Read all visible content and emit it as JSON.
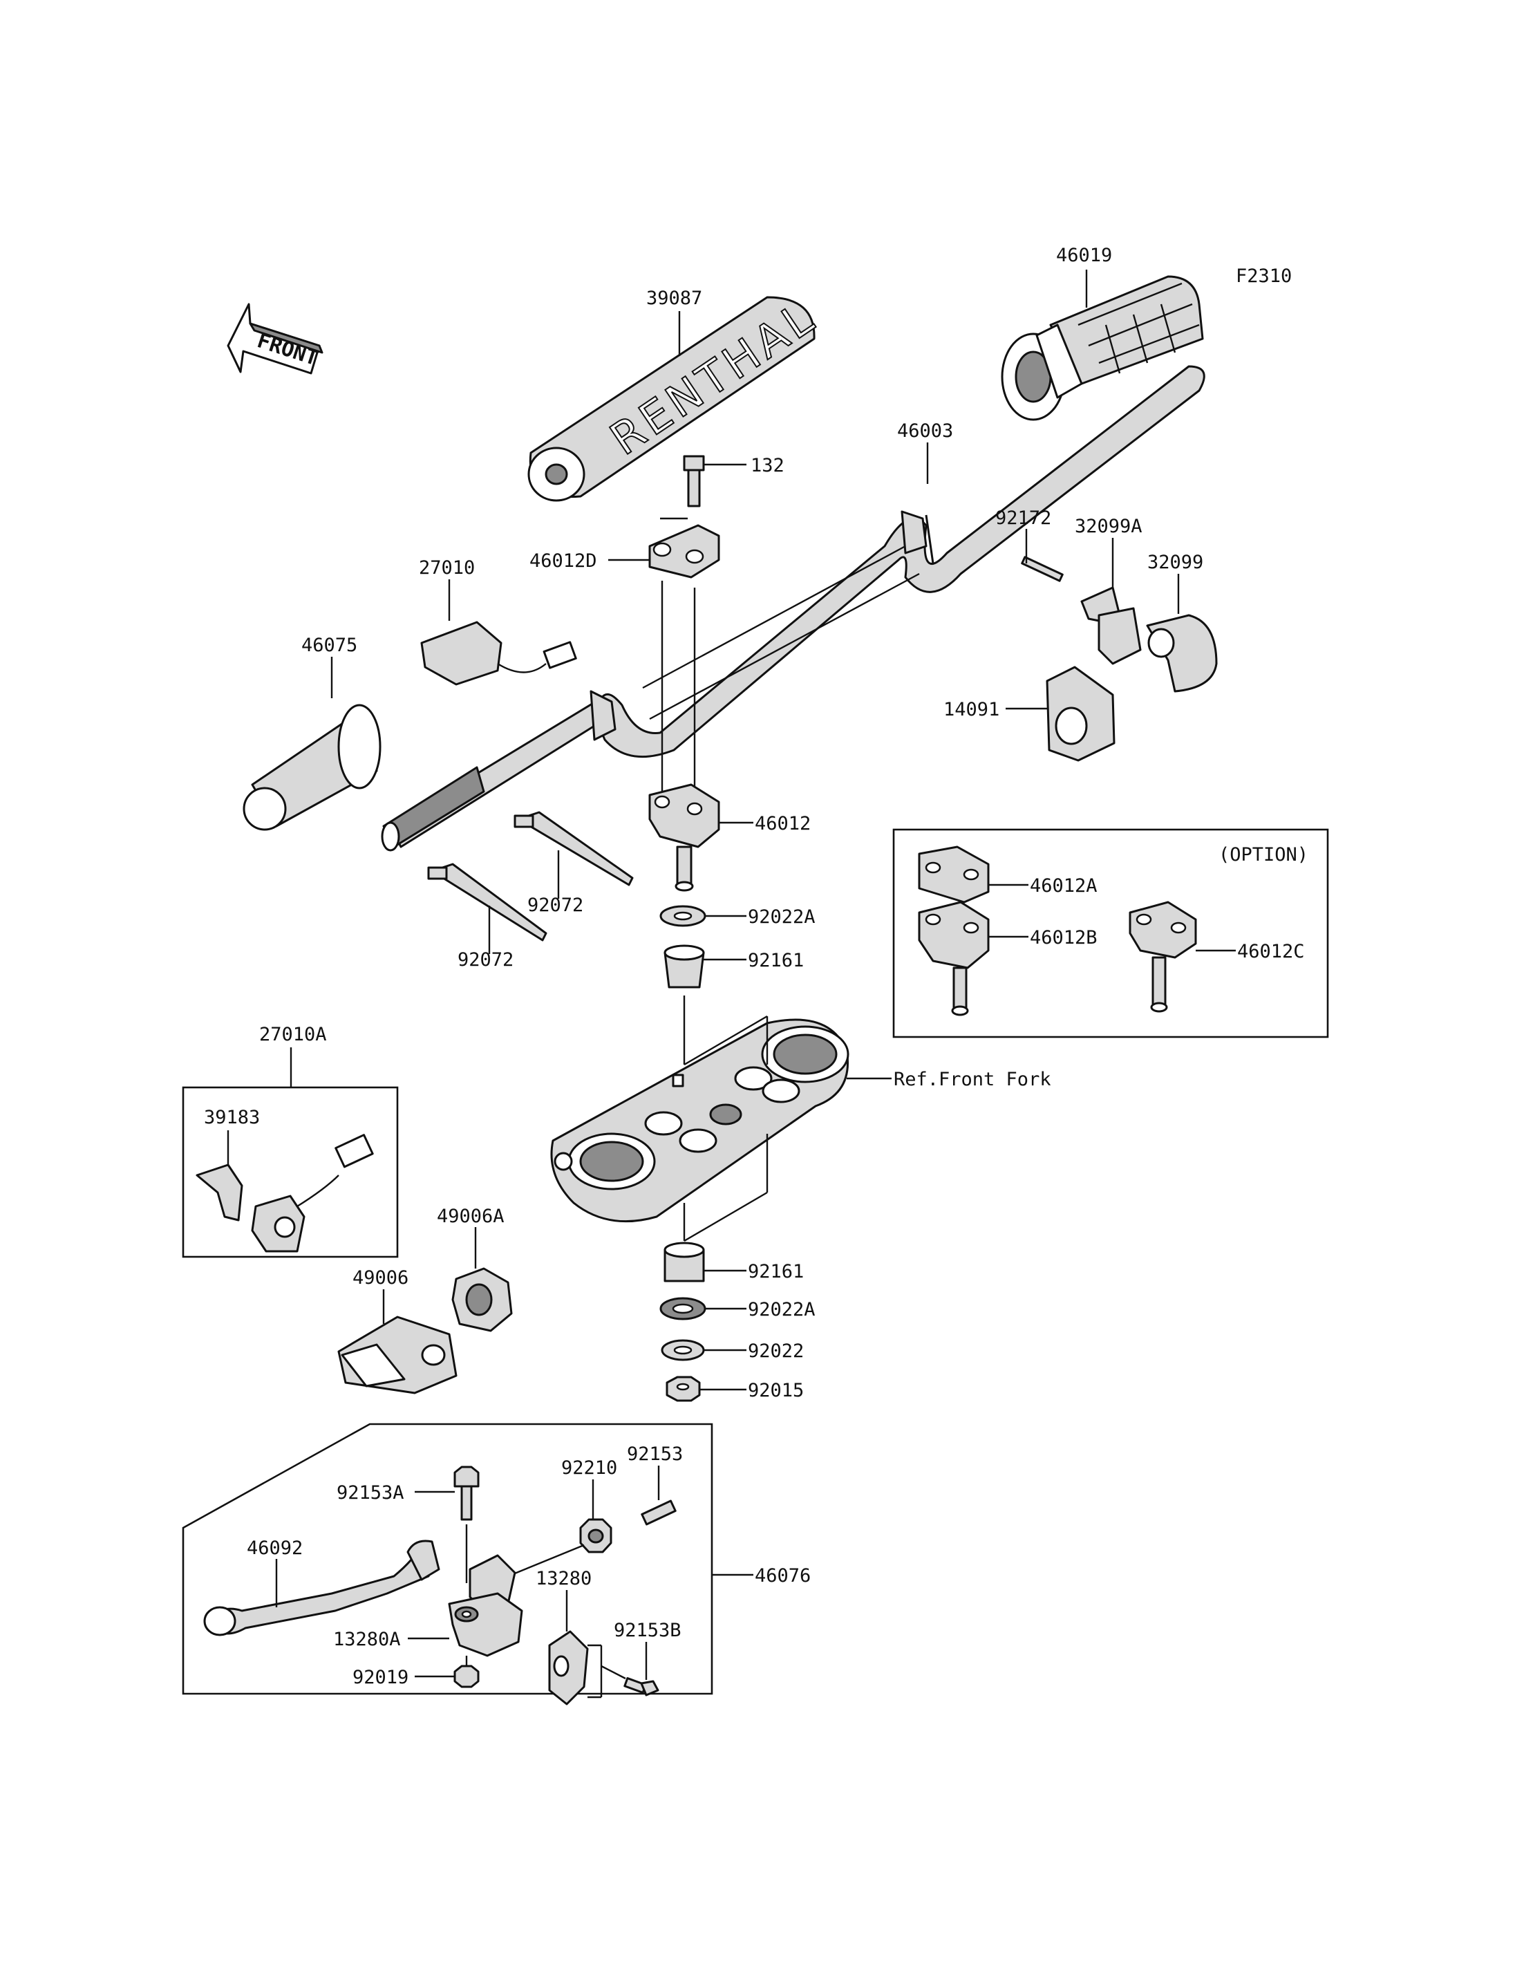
{
  "diagram": {
    "code": "F2310",
    "front_label": "FRONT",
    "option_label": "(OPTION)",
    "ref_label": "Ref.Front Fork",
    "pad_print": "RENTHAL",
    "parts": {
      "p39087": "39087",
      "p46019": "46019",
      "p46003": "46003",
      "p132": "132",
      "p46012D": "46012D",
      "p27010": "27010",
      "p92172": "92172",
      "p32099A": "32099A",
      "p32099": "32099",
      "p46075": "46075",
      "p14091": "14091",
      "p46012": "46012",
      "p92072_a": "92072",
      "p92072_b": "92072",
      "p92022A_top": "92022A",
      "p92161_top": "92161",
      "p46012A": "46012A",
      "p46012B": "46012B",
      "p46012C": "46012C",
      "p27010A": "27010A",
      "p39183": "39183",
      "p49006A": "49006A",
      "p49006": "49006",
      "p92161_bot": "92161",
      "p92022A_bot": "92022A",
      "p92022": "92022",
      "p92015": "92015",
      "p92153A": "92153A",
      "p92210": "92210",
      "p92153": "92153",
      "p46092": "46092",
      "p13280": "13280",
      "p46076": "46076",
      "p13280A": "13280A",
      "p92153B": "92153B",
      "p92019": "92019"
    }
  }
}
